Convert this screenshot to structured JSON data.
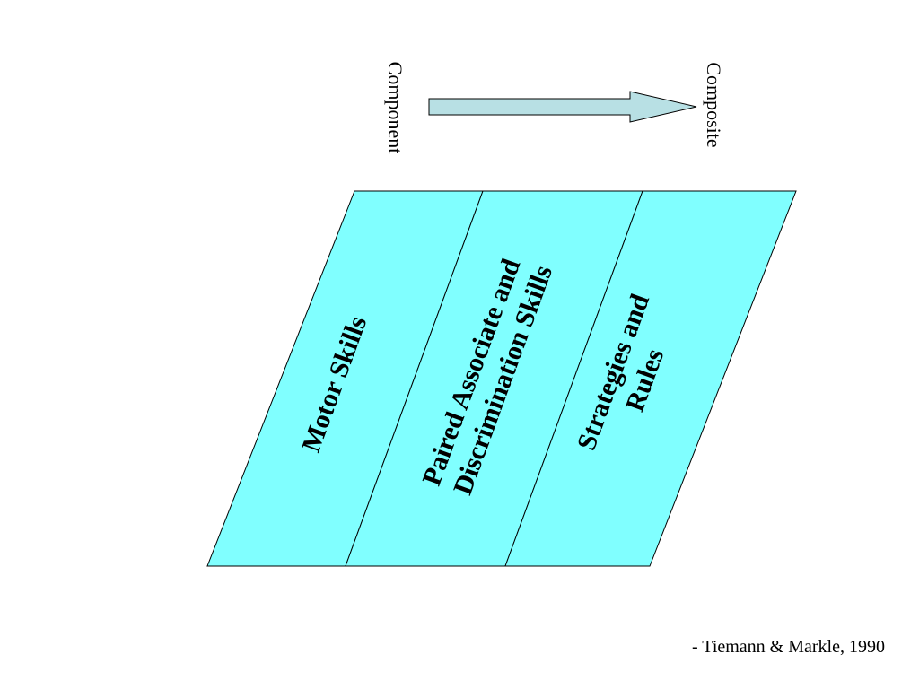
{
  "arrow": {
    "start_label": "Component",
    "end_label": "Composite"
  },
  "bands": [
    {
      "lines": [
        "Motor Skills"
      ]
    },
    {
      "lines": [
        "Paired Associate and",
        "Discrimination Skills"
      ]
    },
    {
      "lines": [
        "Strategies and",
        "Rules"
      ]
    }
  ],
  "citation": "- Tiemann & Markle, 1990",
  "colors": {
    "band_fill": "#80FFFF",
    "arrow_fill": "#B8E0E4",
    "line": "#000000"
  }
}
